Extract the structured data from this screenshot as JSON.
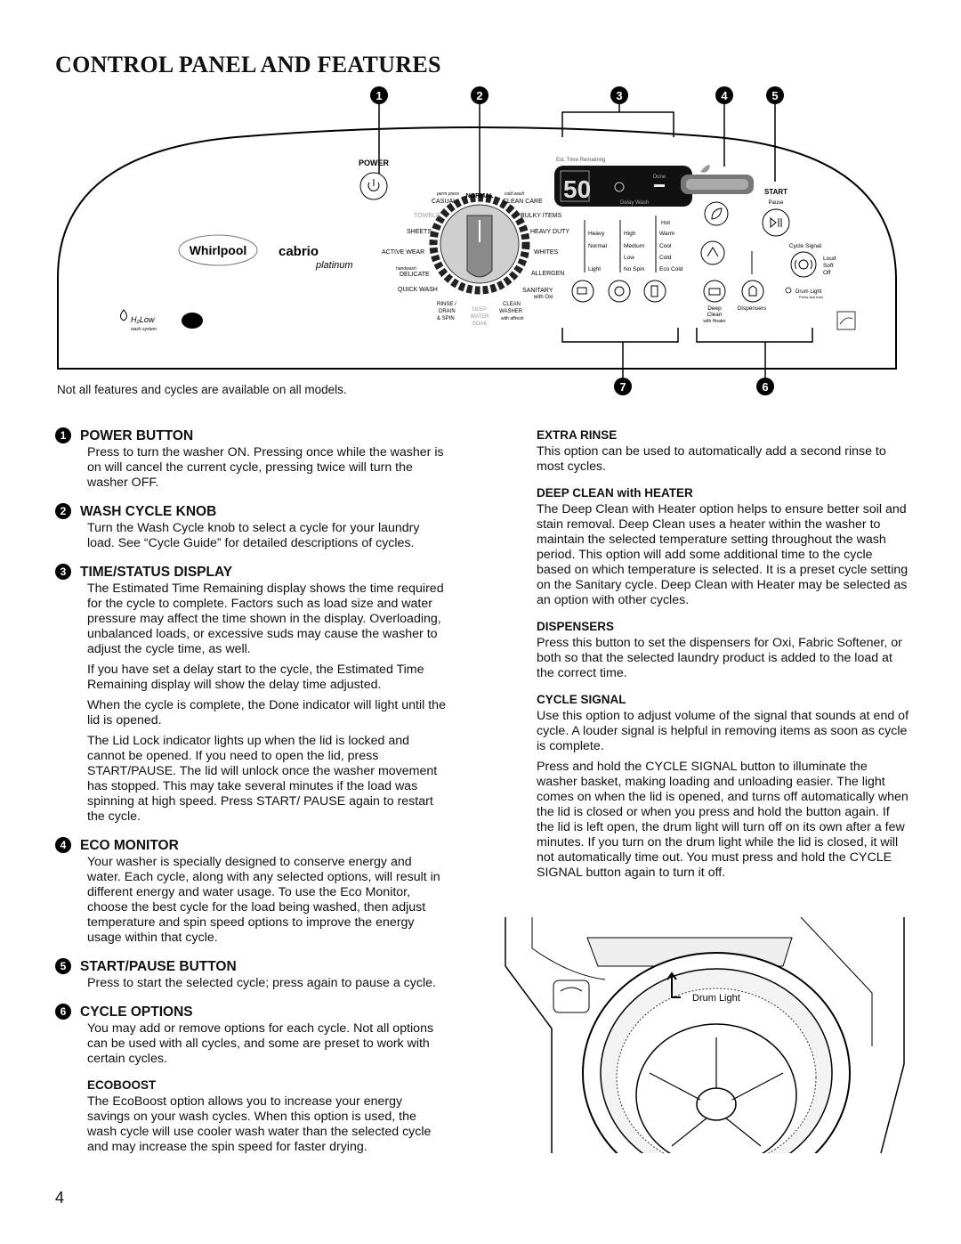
{
  "page_title": "CONTROL PANEL AND FEATURES",
  "disclaimer": "Not all features and cycles are available on all models.",
  "callouts": [
    "1",
    "2",
    "3",
    "4",
    "5",
    "7",
    "6"
  ],
  "panel": {
    "power_label": "POWER",
    "brand": "Whirlpool",
    "model": "cabrio",
    "model_sub": "platinum",
    "h2low": "H₂Low",
    "h2low_sub": "wash system",
    "est_time": "Est. Time Remaining",
    "display_digits": "50",
    "done": "Done",
    "delay_wash": "Delay Wash",
    "start": "START",
    "pause": "Pause",
    "knob_left": [
      "perm press",
      "CASUAL",
      "TOWELS",
      "SHEETS",
      "ACTIVE WEAR",
      "handwash",
      "DELICATE",
      "QUICK WASH",
      "RINSE /",
      "DRAIN",
      "& SPIN"
    ],
    "knob_top": "NORMAL",
    "knob_right": [
      "cold wash",
      "CLEAN CARE",
      "BULKY ITEMS",
      "HEAVY DUTY",
      "WHITES",
      "ALLERGEN",
      "SANITARY",
      "with Oxi",
      "CLEAN",
      "WASHER",
      "with affresh"
    ],
    "knob_bottom": [
      "DEEP",
      "WATER",
      "SOAK"
    ],
    "soil": [
      "Heavy",
      "Normal",
      "Light"
    ],
    "spin": [
      "High",
      "Medium",
      "Low",
      "No Spin"
    ],
    "temp": [
      "Hot",
      "Warm",
      "Cool",
      "Cold",
      "Eco Cold"
    ],
    "cycle_signal": "Cycle Signal",
    "signal_levels": [
      "Loud",
      "Soft",
      "Off"
    ],
    "deep_clean": [
      "Deep",
      "Clean",
      "with Heater"
    ],
    "dispensers": "Dispensers",
    "drum_light": "Drum Light",
    "drum_light_sub": "Press and hold"
  },
  "left_sections": [
    {
      "num": "1",
      "title": "POWER BUTTON",
      "paras": [
        "Press to turn the washer ON. Pressing once while the washer is on will cancel the current cycle, pressing twice will turn the washer OFF."
      ]
    },
    {
      "num": "2",
      "title": "WASH CYCLE KNOB",
      "paras": [
        "Turn the Wash Cycle knob to select a cycle for your laundry load. See “Cycle Guide” for detailed descriptions of cycles."
      ]
    },
    {
      "num": "3",
      "title": "TIME/STATUS DISPLAY",
      "paras": [
        "The Estimated Time Remaining display shows the time required for the cycle to complete. Factors such as load size and water pressure may affect the time shown in the display. Overloading, unbalanced loads, or excessive suds may cause the washer to adjust the cycle time, as well.",
        "If you have set a delay start to the cycle, the Estimated Time Remaining display will show the delay time adjusted.",
        "When the cycle is complete, the Done indicator will light until the lid is opened.",
        "The Lid Lock indicator lights up when the lid is locked and cannot be opened. If you need to open the lid, press START/PAUSE. The lid will unlock once the washer movement has stopped. This may take several minutes if the load was spinning at high speed. Press START/ PAUSE again to restart the cycle."
      ]
    },
    {
      "num": "4",
      "title": "ECO MONITOR",
      "paras": [
        "Your washer is specially designed to conserve energy and water. Each cycle, along with any selected options, will result in different energy and water usage. To use the Eco Monitor, choose the best cycle for the load being washed, then adjust temperature and spin speed options to improve the energy usage within that cycle."
      ]
    },
    {
      "num": "5",
      "title": "START/PAUSE BUTTON",
      "paras": [
        "Press to start the selected cycle; press again to pause a cycle."
      ]
    },
    {
      "num": "6",
      "title": "CYCLE OPTIONS",
      "paras": [
        "You may add or remove options for each cycle. Not all options can be used with all cycles, and some are preset to work with certain cycles."
      ]
    }
  ],
  "ecoboost": {
    "title": "ECOBOOST",
    "text": "The EcoBoost option allows you to increase your energy savings on your wash cycles. When this option is used, the wash cycle will use cooler wash water than the selected cycle and may increase the spin speed for faster drying."
  },
  "right_sections": [
    {
      "title": "EXTRA RINSE",
      "paras": [
        "This option can be used to automatically add a second rinse to most cycles."
      ]
    },
    {
      "title": "DEEP CLEAN with HEATER",
      "paras": [
        "The Deep Clean with Heater option helps to ensure better soil and stain removal. Deep Clean uses a heater within the washer to maintain the selected temperature setting throughout the wash period. This option will add some additional time to the cycle based on which temperature is selected. It is a preset cycle setting on the Sanitary cycle. Deep Clean with Heater may be selected as an option with other cycles."
      ]
    },
    {
      "title": "DISPENSERS",
      "paras": [
        "Press this button to set the dispensers for Oxi, Fabric Softener, or both so that the selected laundry product is added to the load at the correct time."
      ]
    },
    {
      "title": "CYCLE SIGNAL",
      "paras": [
        "Use this option to adjust volume of the signal that sounds at end of cycle. A louder signal is helpful in removing items as soon as cycle is complete.",
        "Press and hold the CYCLE SIGNAL button to illuminate the washer basket, making loading and unloading easier. The light comes on when the lid is opened, and turns off automatically when the lid is closed or when you press and hold the button again. If the lid is left open, the drum light will turn off on its own after a few minutes. If you turn on the drum light while the lid is closed, it will not automatically time out. You must press and hold the CYCLE SIGNAL button again to turn it off."
      ]
    }
  ],
  "drum_label": "Drum Light",
  "page_number": "4"
}
